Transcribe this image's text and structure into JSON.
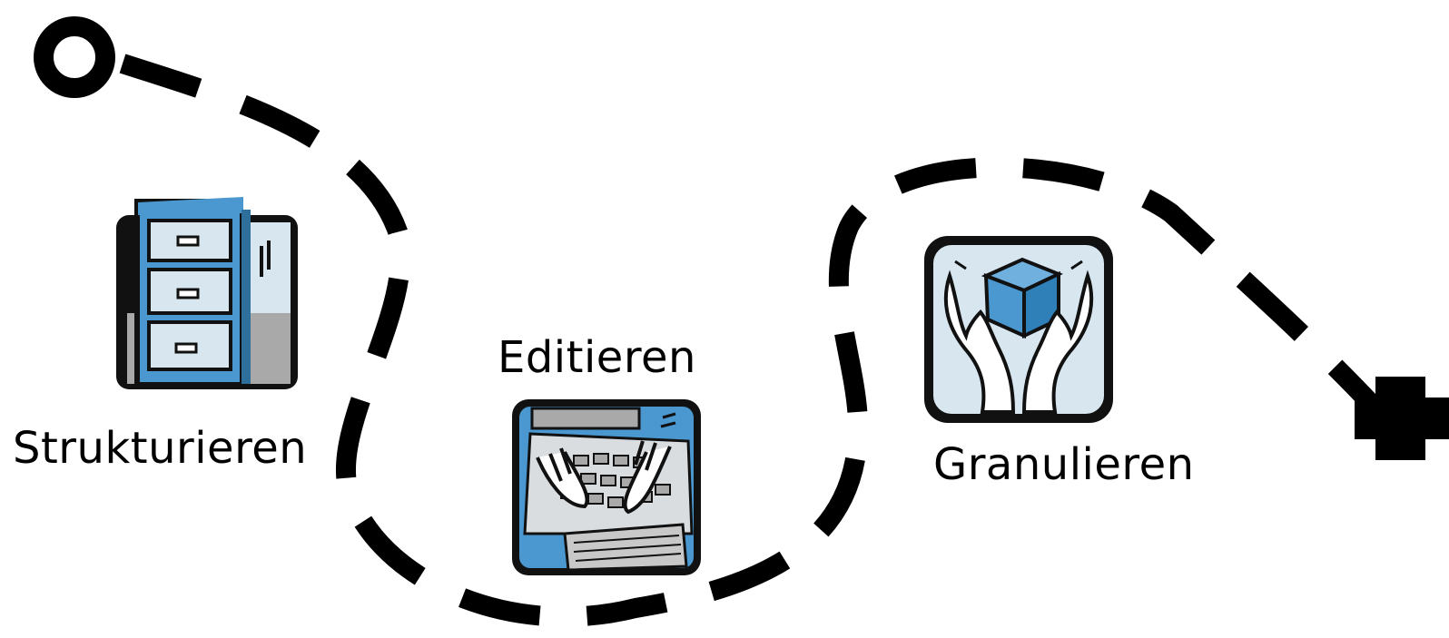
{
  "steps": [
    {
      "label": "Strukturieren",
      "icon": "filing-cabinet-icon"
    },
    {
      "label": "Editieren",
      "icon": "typing-hands-keyboard-icon"
    },
    {
      "label": "Granulieren",
      "icon": "hands-holding-cube-icon"
    }
  ],
  "path": {
    "start_marker": "circle",
    "end_marker": "plus",
    "line_style": "dashed"
  },
  "colors": {
    "line": "#000000",
    "accent_blue": "#4a98cf",
    "light_blue": "#d7e6ef",
    "gray": "#a9a9a9"
  }
}
